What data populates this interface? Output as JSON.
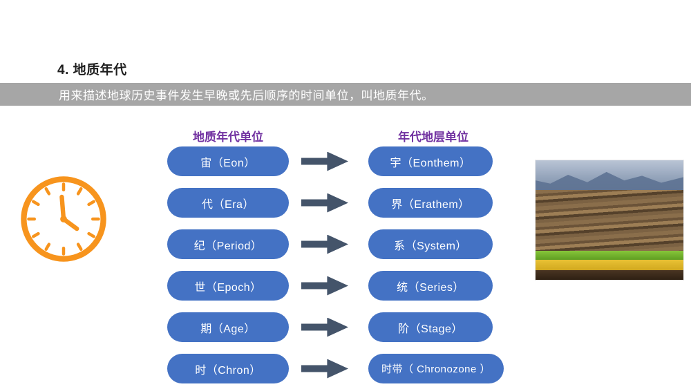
{
  "slide": {
    "title": "4. 地质年代",
    "banner": "用来描述地球历史事件发生早晚或先后顺序的时间单位，叫地质年代。",
    "columns": {
      "left_header": "地质年代单位",
      "right_header": "年代地层单位"
    },
    "rows": [
      {
        "left": "宙（Eon）",
        "right": "宇（Eonthem）"
      },
      {
        "left": "代（Era）",
        "right": "界（Erathem）"
      },
      {
        "left": "纪（Period）",
        "right": "系（System）"
      },
      {
        "left": "世（Epoch）",
        "right": "统（Series）"
      },
      {
        "left": "期（Age）",
        "right": "阶（Stage）"
      },
      {
        "left": "时（Chron）",
        "right": "时带（ Chronozone ）"
      }
    ],
    "icons": {
      "clock": "clock-icon",
      "arrow": "right-arrow-icon",
      "strata_photo": "geological-strata-image"
    },
    "colors": {
      "pill_blue": "#4472C4",
      "arrow_slate": "#44546A",
      "header_purple": "#7030A0",
      "banner_gray": "#A6A6A6",
      "clock_orange": "#F7941D",
      "green_band": "#76B82A",
      "yellow_band": "#E3B92E"
    }
  }
}
